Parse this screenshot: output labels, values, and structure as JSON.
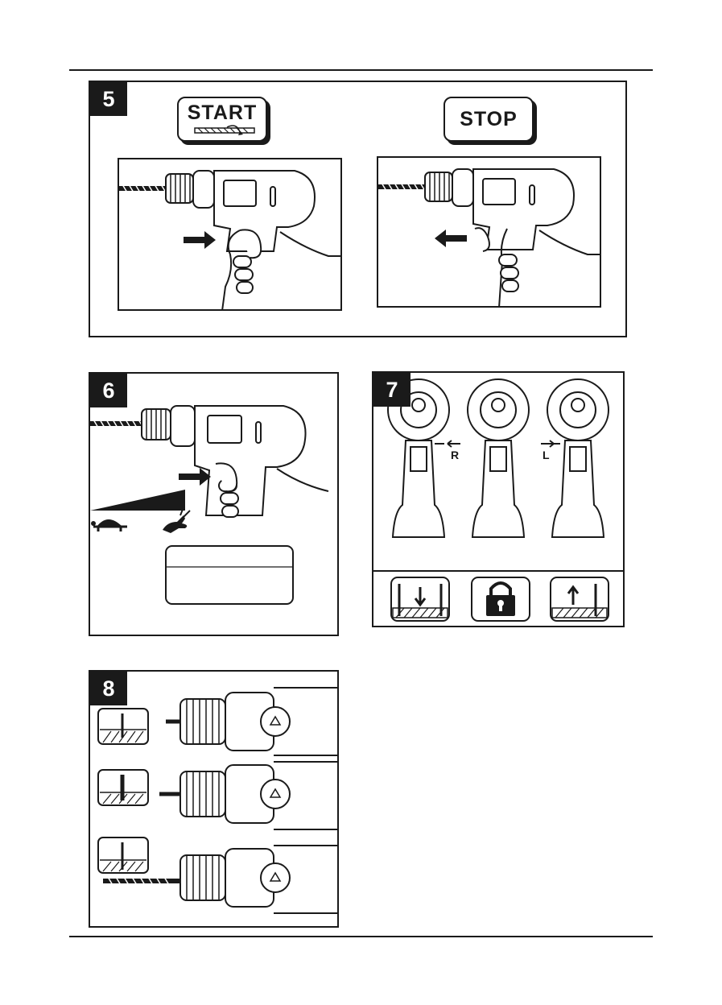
{
  "steps": [
    {
      "number": "5",
      "start_label": "START",
      "stop_label": "STOP"
    },
    {
      "number": "6"
    },
    {
      "number": "7",
      "direction_left": "R",
      "direction_right": "L"
    },
    {
      "number": "8"
    }
  ],
  "icons": {
    "start_subicon": "drill-bit-rotate-icon",
    "lock": "padlock-icon",
    "speed_slow": "turtle-icon",
    "speed_fast": "hare-icon"
  },
  "colors": {
    "ink": "#1a1a1a",
    "paper": "#ffffff"
  }
}
